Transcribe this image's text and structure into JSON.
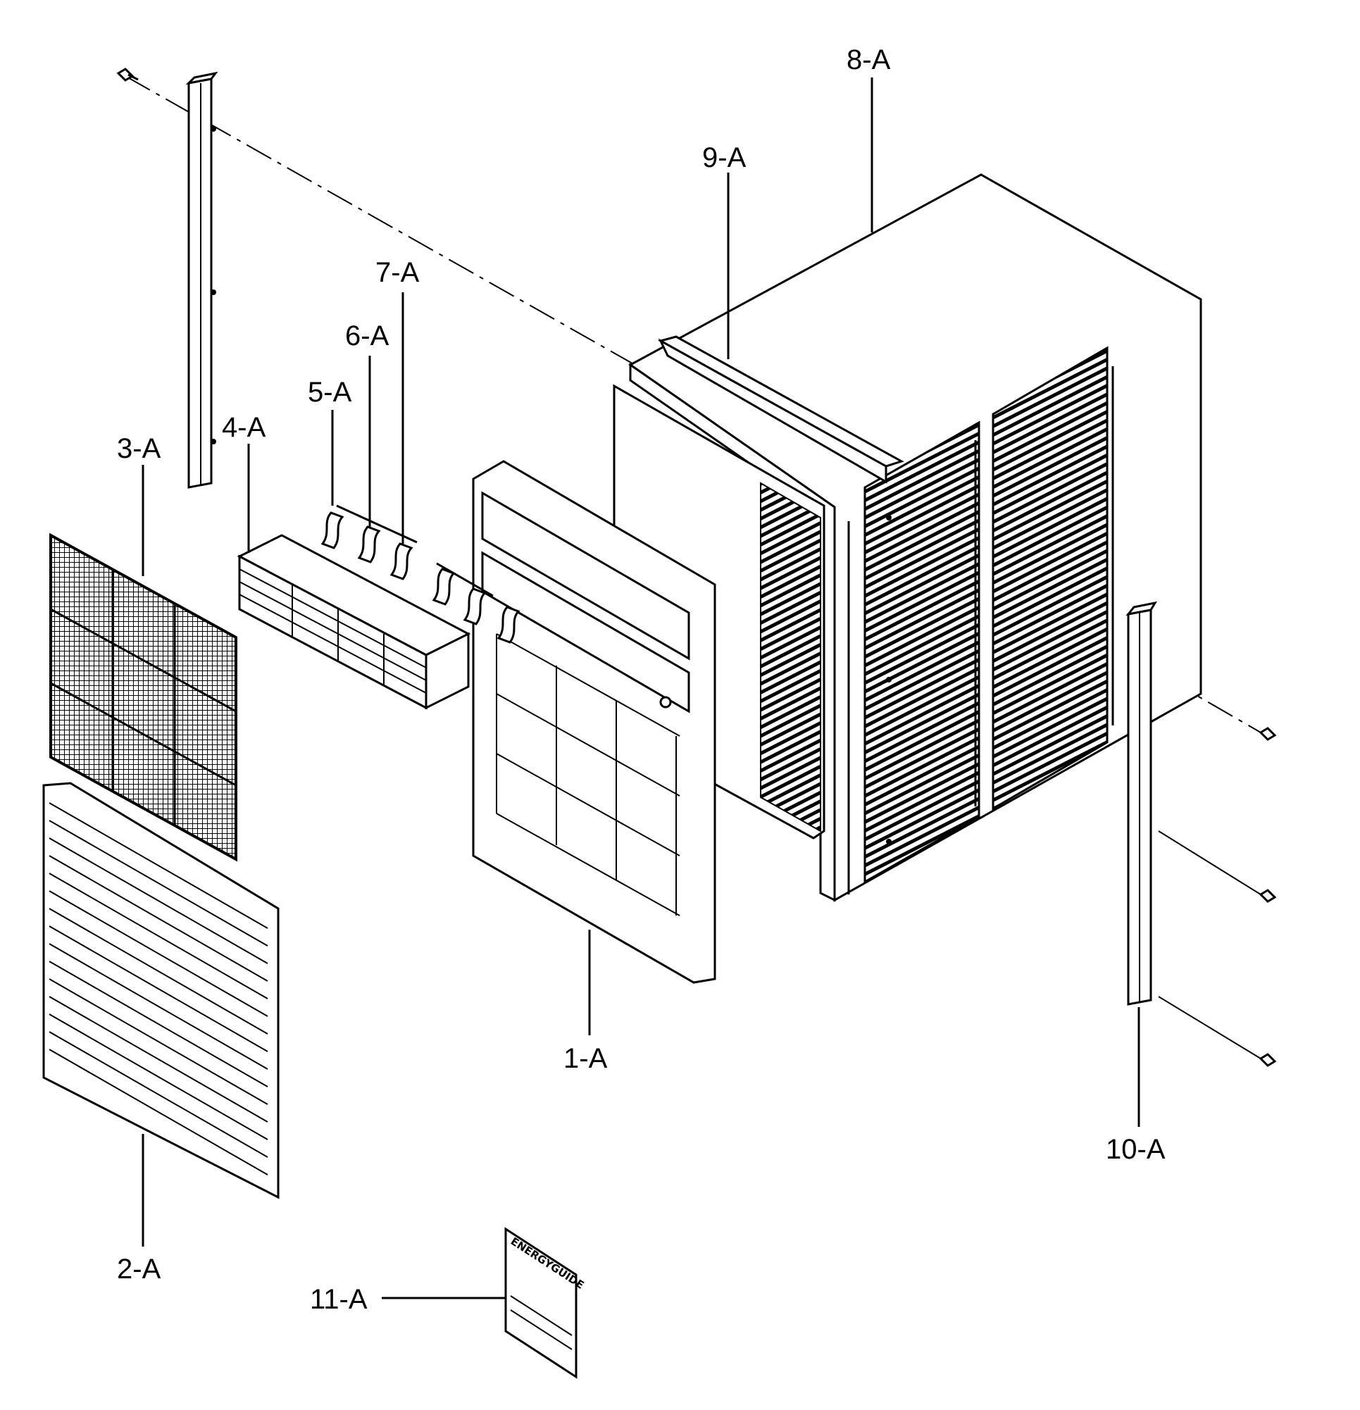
{
  "diagram": {
    "labels": {
      "p1": "1-A",
      "p2": "2-A",
      "p3": "3-A",
      "p4": "4-A",
      "p5": "5-A",
      "p6": "6-A",
      "p7": "7-A",
      "p8": "8-A",
      "p9": "9-A",
      "p10": "10-A",
      "p11": "11-A"
    },
    "energy_label_text": "ENERGYGUIDE"
  }
}
